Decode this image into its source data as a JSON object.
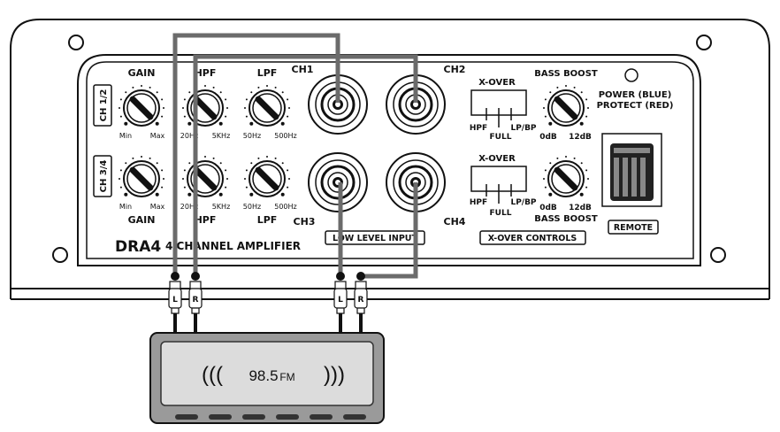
{
  "amp": {
    "model": "DRA4",
    "model_suffix": "4 CHANNEL AMPLIFIER",
    "ch12_tag": "CH 1/2",
    "ch34_tag": "CH 3/4",
    "gain_top": "GAIN",
    "gain_bottom": "GAIN",
    "hpf_top": "HPF",
    "hpf_bottom": "HPF",
    "lpf_top": "LPF",
    "lpf_bottom": "LPF",
    "min": "Min",
    "max": "Max",
    "hz20": "20Hz",
    "khz5": "5KHz",
    "hz50": "50Hz",
    "hz500": "500Hz",
    "ch1": "CH1",
    "ch2": "CH2",
    "ch3": "CH3",
    "ch4": "CH4",
    "low_level_input": "LOW LEVEL INPUT",
    "xover": "X-OVER",
    "hpf_sw": "HPF",
    "full_sw": "FULL",
    "lpbp_sw": "LP/BP",
    "xover_controls": "X-OVER CONTROLS",
    "bass_boost": "BASS BOOST",
    "db0": "0dB",
    "db12": "12dB",
    "power_line1": "POWER (BLUE)",
    "power_line2": "PROTECT (RED)",
    "remote": "REMOTE"
  },
  "plugs": {
    "left": "L",
    "right": "R"
  },
  "radio": {
    "waves_left": "(((",
    "frequency": "98.5",
    "band": "FM",
    "waves_right": ")))"
  },
  "colors": {
    "line": "#111111",
    "cable": "#6b6b6b",
    "radio_body": "#9a9a9a",
    "radio_screen": "#dcdcdc"
  }
}
